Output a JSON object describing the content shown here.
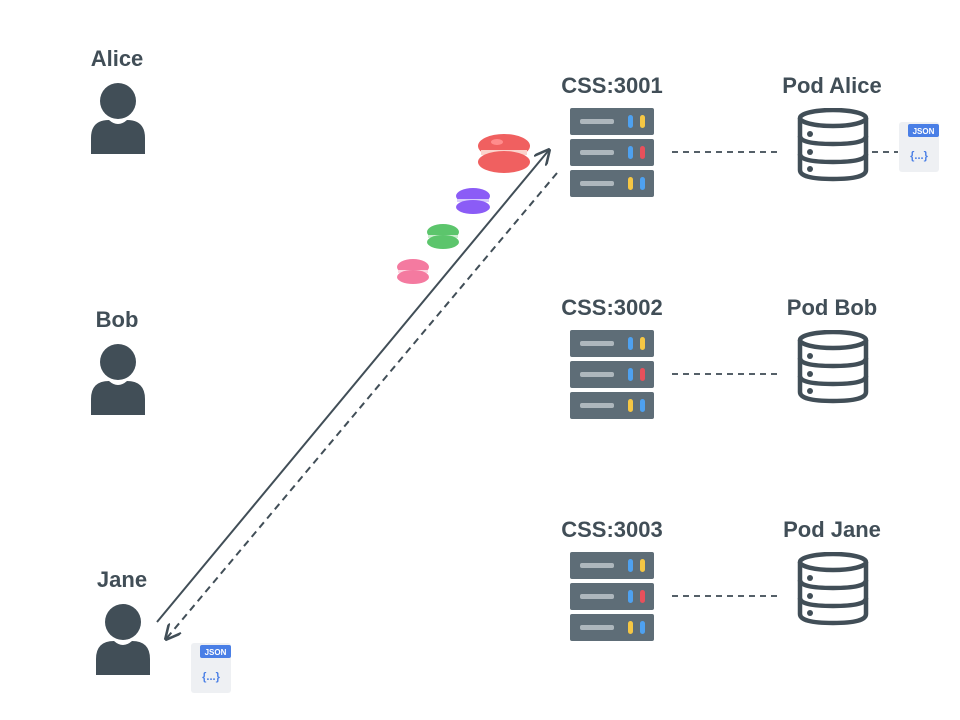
{
  "users": [
    {
      "name": "Alice",
      "icon": "user-icon"
    },
    {
      "name": "Bob",
      "icon": "user-icon"
    },
    {
      "name": "Jane",
      "icon": "user-icon"
    }
  ],
  "servers": [
    {
      "label": "CSS:3001",
      "icon": "server-rack-icon"
    },
    {
      "label": "CSS:3002",
      "icon": "server-rack-icon"
    },
    {
      "label": "CSS:3003",
      "icon": "server-rack-icon"
    }
  ],
  "pods": [
    {
      "label": "Pod Alice",
      "icon": "database-icon"
    },
    {
      "label": "Pod Bob",
      "icon": "database-icon"
    },
    {
      "label": "Pod Jane",
      "icon": "database-icon"
    }
  ],
  "json_badge": {
    "tag": "JSON",
    "body": "{...}"
  },
  "macarons": [
    "#f06060",
    "#8b5cf6",
    "#5cc56c",
    "#f47aa0"
  ],
  "colors": {
    "text": "#414e57",
    "user": "#414e57",
    "line": "#414e57"
  }
}
